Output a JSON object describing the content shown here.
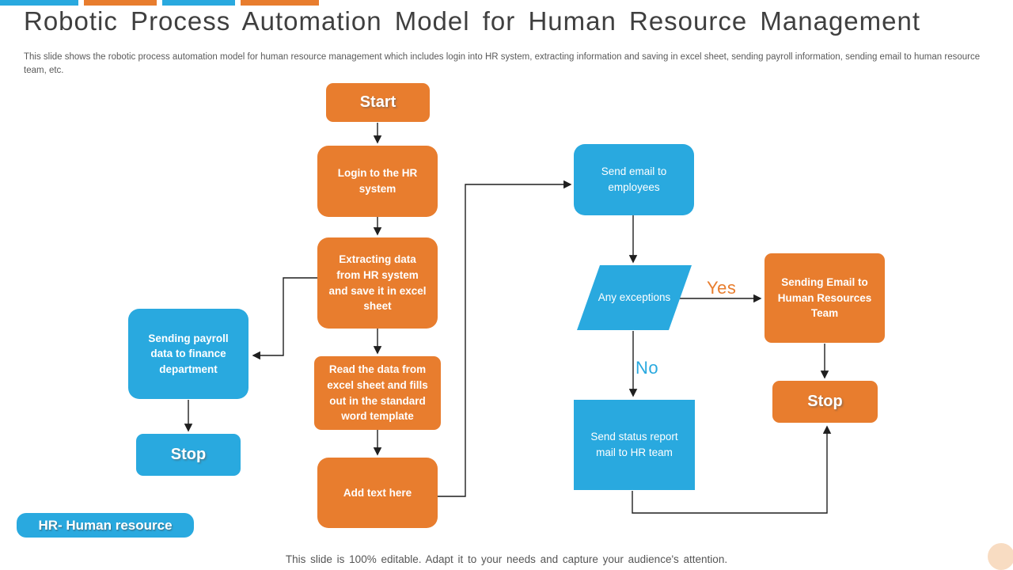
{
  "slide": {
    "title": "Robotic Process Automation Model for Human Resource Management",
    "subtitle": "This slide shows the robotic process automation model for human resource management which includes login into HR system, extracting information and saving in excel sheet, sending payroll information, sending email to human resource team, etc.",
    "footer": "This slide is 100% editable. Adapt it to your needs and capture your audience's attention.",
    "legend": "HR- Human resource"
  },
  "colors": {
    "accent_orange": "#e87d2e",
    "accent_blue": "#29a9df",
    "title_gray": "#3f3f3f",
    "connector_black": "#1f1f1f",
    "decorative_peach": "#f8dcc2"
  },
  "flowchart": {
    "nodes": {
      "start": "Start",
      "login": "Login to the HR system",
      "extract": "Extracting data from HR system and save it in excel sheet",
      "read": "Read the data from excel sheet and fills out in the standard word template",
      "add_text": "Add text here",
      "payroll": "Sending payroll data to finance department",
      "stop_left": "Stop",
      "send_email": "Send email to employees",
      "exceptions": "Any exceptions",
      "sending_email_hr": "Sending Email to Human Resources Team",
      "stop_right": "Stop",
      "status_report": "Send status report mail to HR team"
    },
    "edge_labels": {
      "yes": "Yes",
      "no": "No"
    }
  }
}
